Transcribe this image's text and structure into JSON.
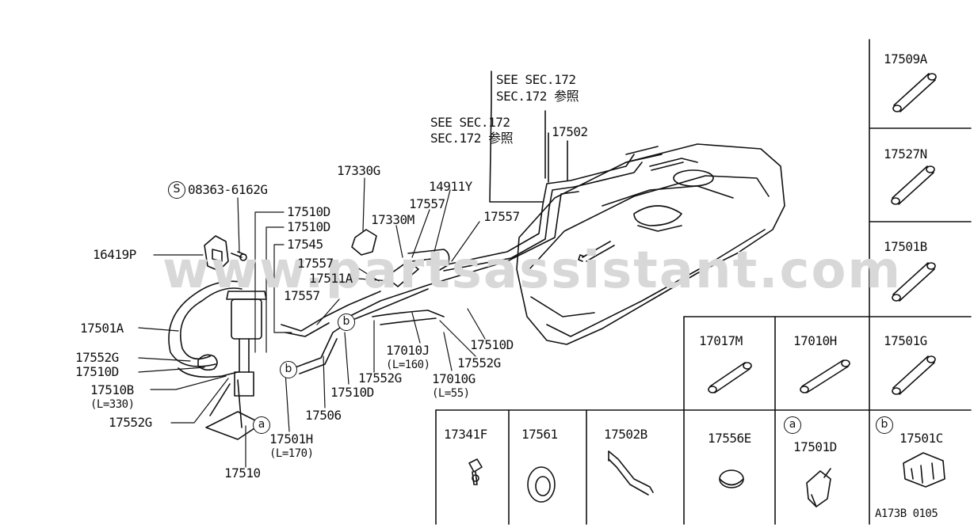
{
  "watermark": "www.partsassistant.com",
  "diagram_code": "A173B 0105",
  "refs": {
    "see_sec_1a": "SEE SEC.172",
    "see_sec_1b": "SEC.172 参照",
    "see_sec_2a": "SEE SEC.172",
    "see_sec_2b": "SEC.172 参照"
  },
  "callouts": {
    "c17502": "17502",
    "c14911Y": "14911Y",
    "c17557a": "17557",
    "c17557b": "17557",
    "c17557c": "17557",
    "c17557d": "17557",
    "c17330G": "17330G",
    "c17330M": "17330M",
    "c08363": "08363-6162G",
    "c08363_prefix": "S",
    "c17510Da": "17510D",
    "c17510Db": "17510D",
    "c17545": "17545",
    "c17511A": "17511A",
    "c16419P": "16419P",
    "c17501A": "17501A",
    "c17552Ga": "17552G",
    "c17510Dc": "17510D",
    "c17510B": "17510B",
    "c17510B_len": "(L=330)",
    "c17552Gb": "17552G",
    "c17510": "17510",
    "c17501H": "17501H",
    "c17501H_len": "(L=170)",
    "c17506": "17506",
    "c17510Dd": "17510D",
    "c17552Gc": "17552G",
    "c17010J": "17010J",
    "c17010J_len": "(L=160)",
    "c17010G": "17010G",
    "c17010G_len": "(L=55)",
    "c17510De": "17510D",
    "c17552Gd": "17552G",
    "marker_a": "a",
    "marker_b": "b"
  },
  "parts_panel": {
    "p17509A": "17509A",
    "p17527N": "17527N",
    "p17501B": "17501B",
    "p17501G": "17501G",
    "p17017M": "17017M",
    "p17010H": "17010H",
    "p17341F": "17341F",
    "p17561": "17561",
    "p17502B": "17502B",
    "p17556E": "17556E",
    "p17501D": "17501D",
    "p17501C": "17501C",
    "marker_a": "a",
    "marker_b": "b"
  }
}
